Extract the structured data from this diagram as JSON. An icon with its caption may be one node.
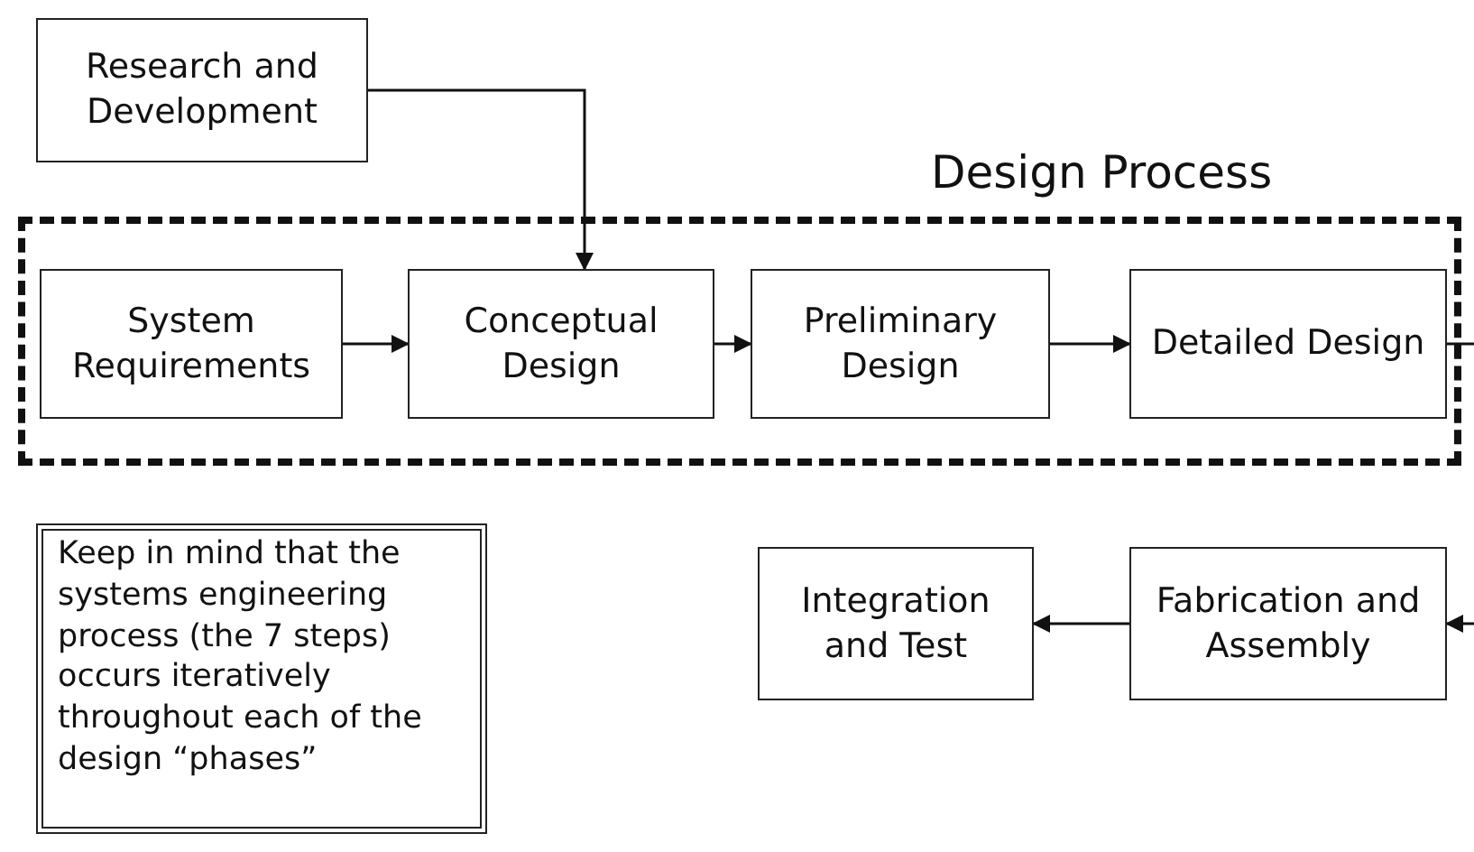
{
  "diagram": {
    "nodes": [
      {
        "text": [
          "Research and Development"
        ]
      },
      {
        "text": [
          "Design Process"
        ]
      },
      {
        "text": [
          "System Requirements"
        ],
        "in": 1
      },
      {
        "text": [
          "Conceptual Design"
        ],
        "in": 1
      },
      {
        "text": [
          "Preliminary Design"
        ],
        "in": 1
      },
      {
        "text": [
          "Detailed Design"
        ],
        "in": 1
      },
      {
        "text": [
          "Keep in mind that the systems engineering process (the 7 steps) occurs iteratively throughout each of the design “phases”"
        ]
      },
      {
        "text": [
          "Integration and Test"
        ]
      },
      {
        "text": [
          "Fabrication and Assembly"
        ]
      }
    ],
    "edges": [
      {
        "from": 0,
        "to": 3,
        "arrow": "to"
      },
      {
        "from": 2,
        "to": 3,
        "arrow": "to"
      },
      {
        "from": 3,
        "to": 4,
        "arrow": "to"
      },
      {
        "from": 4,
        "to": 5,
        "arrow": "to"
      },
      {
        "from": 5,
        "to": null,
        "arrow": "none"
      },
      {
        "from": null,
        "to": 8,
        "arrow": "to"
      },
      {
        "from": 8,
        "to": 7,
        "arrow": "to"
      }
    ]
  }
}
